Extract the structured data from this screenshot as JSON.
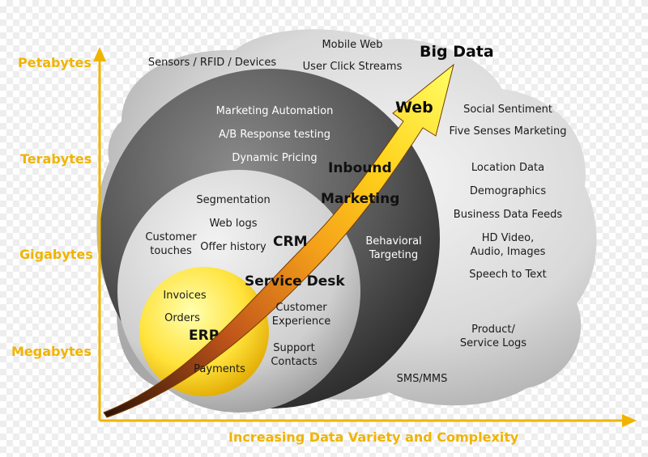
{
  "y_axis": {
    "labels": [
      "Petabytes",
      "Terabytes",
      "Gigabytes",
      "Megabytes"
    ],
    "color": "#f0b400"
  },
  "x_axis": {
    "label": "Increasing Data Variety and Complexity",
    "color": "#f0b400"
  },
  "arrow": {
    "label": "Big Data",
    "colors": [
      "#3a1a0a",
      "#d4651c",
      "#ffd21a",
      "#ffff66"
    ]
  },
  "cloud": {
    "items": [
      "Sensors / RFID / Devices",
      "Mobile Web",
      "User Click Streams",
      "Social Sentiment",
      "Five Senses Marketing",
      "Location Data",
      "Demographics",
      "Business Data Feeds",
      "HD Video,",
      "Audio, Images",
      "Speech to Text",
      "Product/",
      "Service Logs",
      "SMS/MMS"
    ]
  },
  "web": {
    "title": "Web",
    "items": [
      "Marketing Automation",
      "A/B Response testing",
      "Dynamic Pricing",
      "Behavioral",
      "Targeting"
    ],
    "inbound": [
      "Inbound",
      "Marketing"
    ]
  },
  "crm": {
    "title": "CRM",
    "items": [
      "Segmentation",
      "Web logs",
      "Offer history",
      "Customer",
      "touches",
      "Customer",
      "Experience",
      "Support",
      "Contacts"
    ],
    "service_desk": "Service Desk"
  },
  "erp": {
    "title": "ERP",
    "items": [
      "Invoices",
      "Orders",
      "Payments"
    ]
  }
}
